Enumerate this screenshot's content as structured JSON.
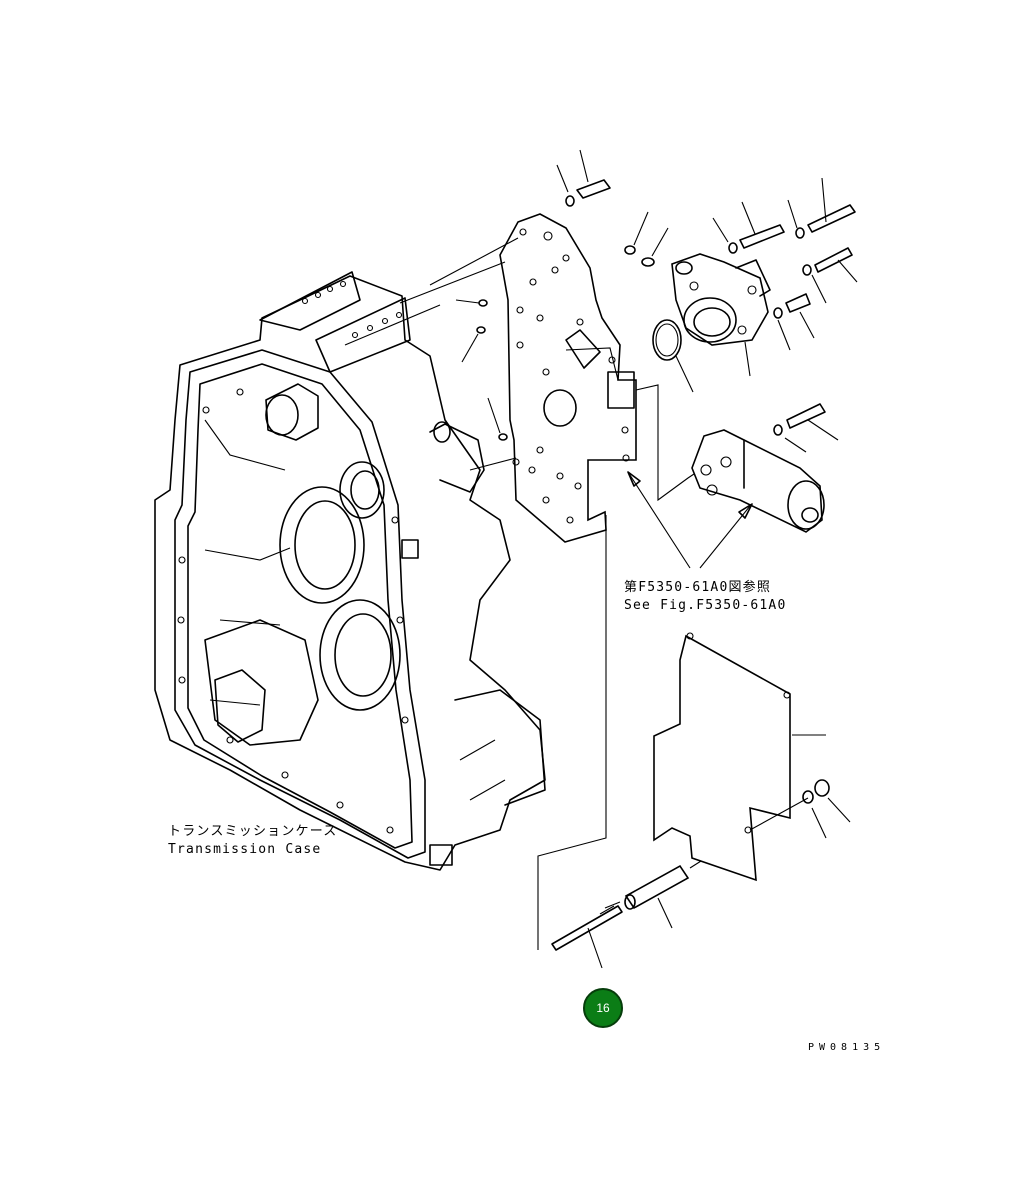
{
  "case_label": {
    "jp": "トランスミッションケース",
    "en": "Transmission Case"
  },
  "reference_label": {
    "jp": "第F5350-61A0図参照",
    "en": "See Fig.F5350-61A0"
  },
  "page_badge": {
    "number": "16",
    "color": "#0b7d16"
  },
  "drawing_code": "PW08135"
}
